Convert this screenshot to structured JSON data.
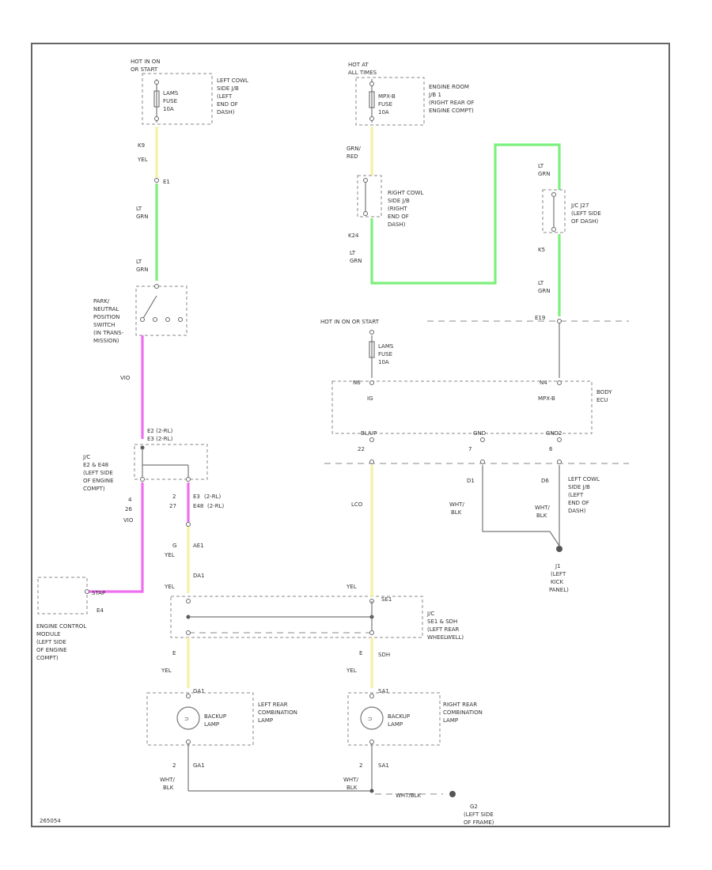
{
  "colors": {
    "yellow": "#f6f0a0",
    "green": "#7cf07c",
    "magenta": "#ee6fee",
    "line": "#777777"
  },
  "labels": {
    "hot_acc_l1": "HOT IN ON",
    "hot_acc_l2": "OR START",
    "fuse_l1": "LAMS",
    "fuse_l2": "FUSE",
    "fuse_l3": "10A",
    "jb_left_l1": "LEFT COWL",
    "jb_left_l2": "SIDE J/B",
    "jb_left_l3": "(LEFT",
    "jb_left_l4": "END OF",
    "jb_left_l5": "DASH)",
    "pin_k9": "K9",
    "w_yel_1": "YEL",
    "conn_e1": "E1",
    "w_ltgrn_1a": "LT",
    "w_ltgrn_1b": "GRN",
    "w_ltgrn_2a": "LT",
    "w_ltgrn_2b": "GRN",
    "pnp_l1": "PARK/",
    "pnp_l2": "NEUTRAL",
    "pnp_l3": "POSITION",
    "pnp_l4": "SWITCH",
    "pnp_l5": "(IN TRANS-",
    "pnp_l6": "MISSION)",
    "w_vio_1": "VIO",
    "jc_e2_l1": "E2 (2-RL)",
    "jc_e2_l2": "E3 (2-RL)",
    "j1_l1": "J/C",
    "j1_l2": "E2 & E48",
    "j1_l3": "(LEFT SIDE",
    "j1_l4": "OF ENGINE",
    "j1_l5": "COMPT)",
    "e3_l1": "E3",
    "e3_l2": "(2-RL)",
    "e3_l3": "E48",
    "e3_l4": "(2-RL)",
    "pin_4": "4",
    "pin_2": "2",
    "pin_27": "27",
    "pin_26": "26",
    "w_vio_2": "VIO",
    "pin_ae1": "AE1",
    "pin_da1": "DA1",
    "pin_g_l": "G",
    "w_yel_2": "YEL",
    "w_yel_3": "YEL",
    "w_yel_4": "YEL",
    "pin_e_l": "E",
    "ecm_l1": "ENGINE CONTROL",
    "ecm_l2": "MODULE",
    "ecm_l3": "(LEFT SIDE",
    "ecm_l4": "OF ENGINE",
    "ecm_l5": "COMPT)",
    "ecm_term": "E4",
    "ecm_pin": "STAP",
    "pin_ga1": "GA1",
    "bl_left_l1": "BACKUP",
    "bl_left_l2": "LAMP",
    "lrc_l1": "LEFT REAR",
    "lrc_l2": "COMBINATION",
    "lrc_l3": "LAMP",
    "pin_2_bl": "2",
    "pin_ga1b": "GA1",
    "w_wb_l_a": "WHT/",
    "w_wb_l_b": "BLK",
    "hot_at_l1": "HOT AT",
    "hot_at_l2": "ALL TIMES",
    "fuse_r_l1": "MPX-B",
    "fuse_r_l2": "FUSE",
    "fuse_r_l3": "10A",
    "erjb_l1": "ENGINE ROOM",
    "erjb_l2": "J/B 1",
    "erjb_l3": "(RIGHT REAR OF",
    "erjb_l4": "ENGINE COMPT)",
    "w_grn_red_a": "GRN/",
    "w_grn_red_b": "RED",
    "rcj_l1": "RIGHT COWL",
    "rcj_l2": "SIDE J/B",
    "rcj_l3": "(RIGHT",
    "rcj_l4": "END OF",
    "rcj_l5": "DASH)",
    "pin_k24": "K24",
    "w_ltgrn_3a": "LT",
    "w_ltgrn_3b": "GRN",
    "w_ltgrn_4a": "LT",
    "w_ltgrn_4b": "GRN",
    "jc2_l1": "J/C J27",
    "jc2_l2": "(LEFT SIDE",
    "jc2_l3": "OF DASH)",
    "pin_k5": "K5",
    "w_ltgrn_5a": "LT",
    "w_ltgrn_5b": "GRN",
    "hot_run": "HOT IN ON OR START",
    "pin_e19": "E19",
    "fuse_c_l1": "LAMS",
    "fuse_c_l2": "FUSE",
    "fuse_c_l3": "10A",
    "pin_n6": "N6",
    "pin_n4": "N4",
    "ecu_ig": "IG",
    "ecu_mpxb": "MPX-B",
    "body_ecu_l1": "BODY",
    "body_ecu_l2": "ECU",
    "ecu_bl_pin": "BL/UP",
    "ecu_gnd_pin1": "GND",
    "ecu_gnd_pin2": "GND2",
    "pin_22": "22",
    "pin_7": "7",
    "pin_6": "6",
    "pin_d1": "D1",
    "pin_d6": "D6",
    "w_lco": "LCO",
    "w_wb_c1a": "WHT/",
    "w_wb_c1b": "BLK",
    "w_wb_c2a": "WHT/",
    "w_wb_c2b": "BLK",
    "lcj_l1": "LEFT COWL",
    "lcj_l2": "SIDE J/B",
    "lcj_l3": "(LEFT",
    "lcj_l4": "END OF",
    "lcj_l5": "DASH)",
    "gnd_j1_l1": "J1",
    "gnd_j1_l2": "(LEFT",
    "gnd_j1_l3": "KICK",
    "gnd_j1_l4": "PANEL)",
    "w_yel_c": "YEL",
    "pin_se1": "SE1",
    "jc3_l1": "J/C",
    "jc3_l2": "SE1 & SDH",
    "jc3_l3": "(LEFT REAR",
    "jc3_l4": "WHEELWELL)",
    "pin_e_r": "E",
    "pin_sdh": "SDH",
    "w_yel_r": "YEL",
    "pin_sa1": "SA1",
    "bl_right_l1": "BACKUP",
    "bl_right_l2": "LAMP",
    "rrc_l1": "RIGHT REAR",
    "rrc_l2": "COMBINATION",
    "rrc_l3": "LAMP",
    "pin_2_br": "2",
    "pin_sa1b": "SA1",
    "w_wb_r_a": "WHT/",
    "w_wb_r_b": "BLK",
    "w_wb_bottom": "WHT/BLK",
    "g2_l1": "G2",
    "g2_l2": "(LEFT SIDE",
    "g2_l3": "OF FRAME)",
    "diagram_id": "265054"
  }
}
